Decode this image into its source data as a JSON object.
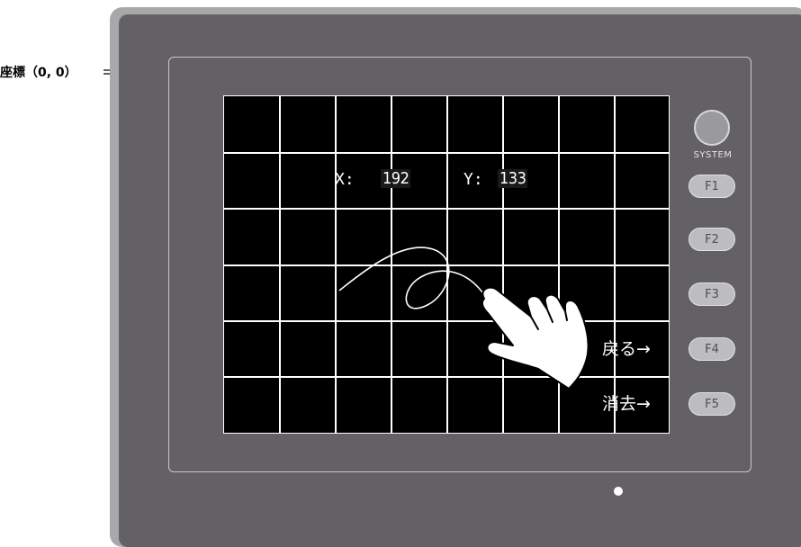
{
  "origin_label": "座標（0, 0）",
  "screen": {
    "x_label": "X:",
    "x_value": "192",
    "y_label": "Y:",
    "y_value": "133",
    "back_action": "戻る→",
    "clear_action": "消去→"
  },
  "side_panel": {
    "system_label": "SYSTEM",
    "function_keys": [
      "F1",
      "F2",
      "F3",
      "F4",
      "F5"
    ]
  },
  "colors": {
    "bezel": "#636163",
    "screen_background": "#000000",
    "grid": "#ffffff"
  }
}
